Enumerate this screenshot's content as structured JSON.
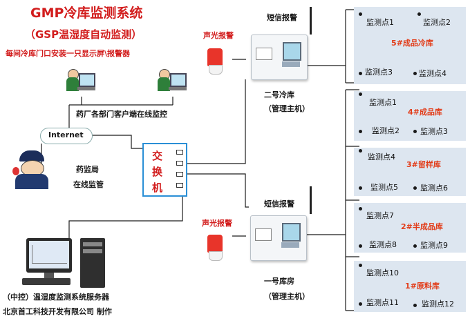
{
  "header": {
    "title": "GMP冷库监测系统",
    "subtitle": "（GSP温湿度自动监测）",
    "note": "每间冷库门口安装一只显示屏\\报警器"
  },
  "left": {
    "clients_label": "药厂各部门客户端在线监控",
    "internet_label": "Internet",
    "agency_label_1": "药监局",
    "agency_label_2": "在线监管",
    "server_label": "（中控）温湿度监测系统服务器",
    "footer": "北京首工科技开发有限公司 制作"
  },
  "switch": {
    "chars": [
      "交",
      "换",
      "机"
    ]
  },
  "devices": {
    "top": {
      "sms_label": "短信报警",
      "alarm_label": "声光报警",
      "name": "二号冷库",
      "role": "（管理主机）"
    },
    "bottom": {
      "sms_label": "短信报警",
      "alarm_label": "声光报警",
      "name": "一号库房",
      "role": "（管理主机）"
    }
  },
  "zones": [
    {
      "name": "5#成品冷库",
      "points": [
        "监测点1",
        "监测点2",
        "监测点3",
        "监测点4"
      ]
    },
    {
      "name": "4#成品库",
      "points": [
        "监测点1",
        "监测点2",
        "监测点3"
      ]
    },
    {
      "name": "3#留样库",
      "points": [
        "监测点4",
        "监测点5",
        "监测点6"
      ]
    },
    {
      "name": "2#半成品库",
      "points": [
        "监测点7",
        "监测点8",
        "监测点9"
      ]
    },
    {
      "name": "1#原料库",
      "points": [
        "监测点10",
        "监测点11",
        "监测点12"
      ]
    }
  ],
  "colors": {
    "accent_red": "#d21d1d",
    "zone_bg": "#dde6f0",
    "switch_border": "#2a8fd6"
  }
}
